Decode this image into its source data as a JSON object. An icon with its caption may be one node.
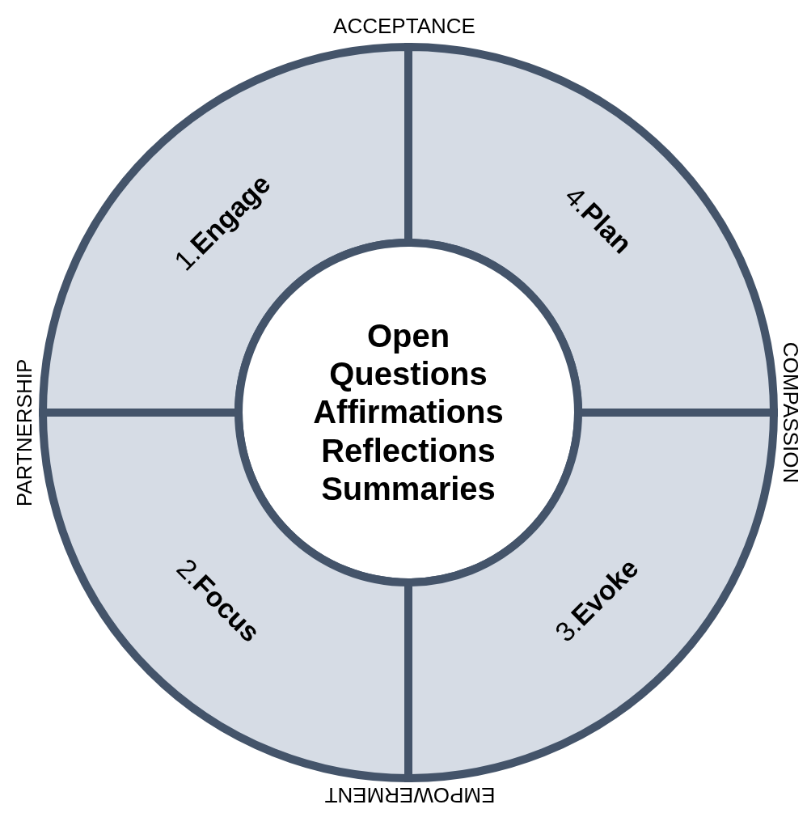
{
  "diagram": {
    "nodes": [
      {
        "text": [
          "1.**Engage**"
        ]
      },
      {
        "text": [
          "4.**Plan**"
        ]
      },
      {
        "text": [
          "Open Questions",
          "Affirmations",
          "Reflections",
          "Summaries"
        ]
      },
      {
        "text": [
          "2.**Focus**"
        ]
      },
      {
        "text": [
          "3.**Evoke**"
        ]
      }
    ],
    "labels": [
      "ACCEPTANCE",
      "PARTNERSHIP",
      "COMPASSION",
      "EMPOWERMENT"
    ]
  }
}
